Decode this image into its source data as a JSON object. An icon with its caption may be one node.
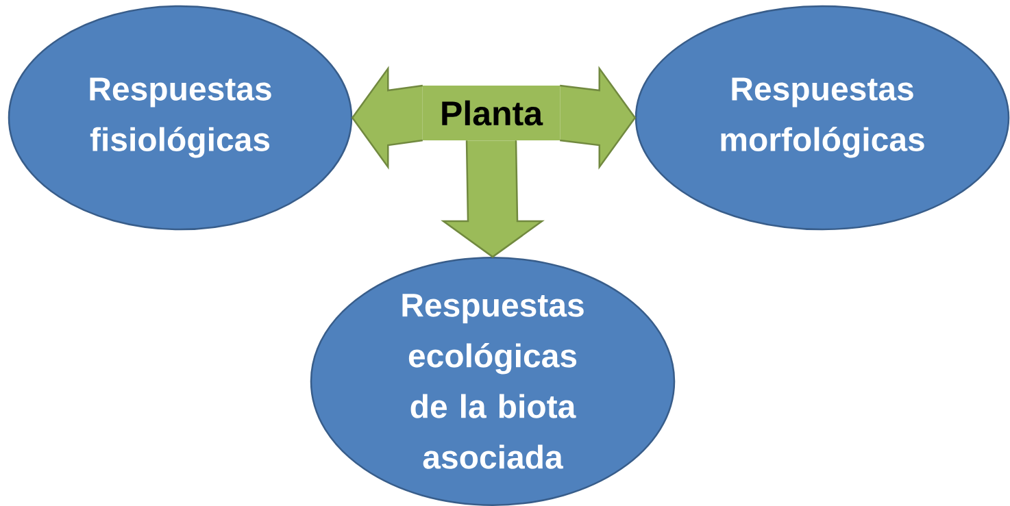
{
  "diagram": {
    "nodes": [
      {
        "text": [
          "Respuestas fisiológicas"
        ]
      },
      {
        "text": [
          "Planta"
        ]
      },
      {
        "text": [
          "Respuestas morfológicas"
        ]
      },
      {
        "text": [
          "Respuestas ecológicas de la biota asociada"
        ]
      }
    ],
    "edges": [
      {
        "from": 1,
        "to": 0,
        "arrow": "to"
      },
      {
        "from": 1,
        "to": 2,
        "arrow": "to"
      },
      {
        "from": 1,
        "to": 3,
        "arrow": "to"
      }
    ]
  }
}
